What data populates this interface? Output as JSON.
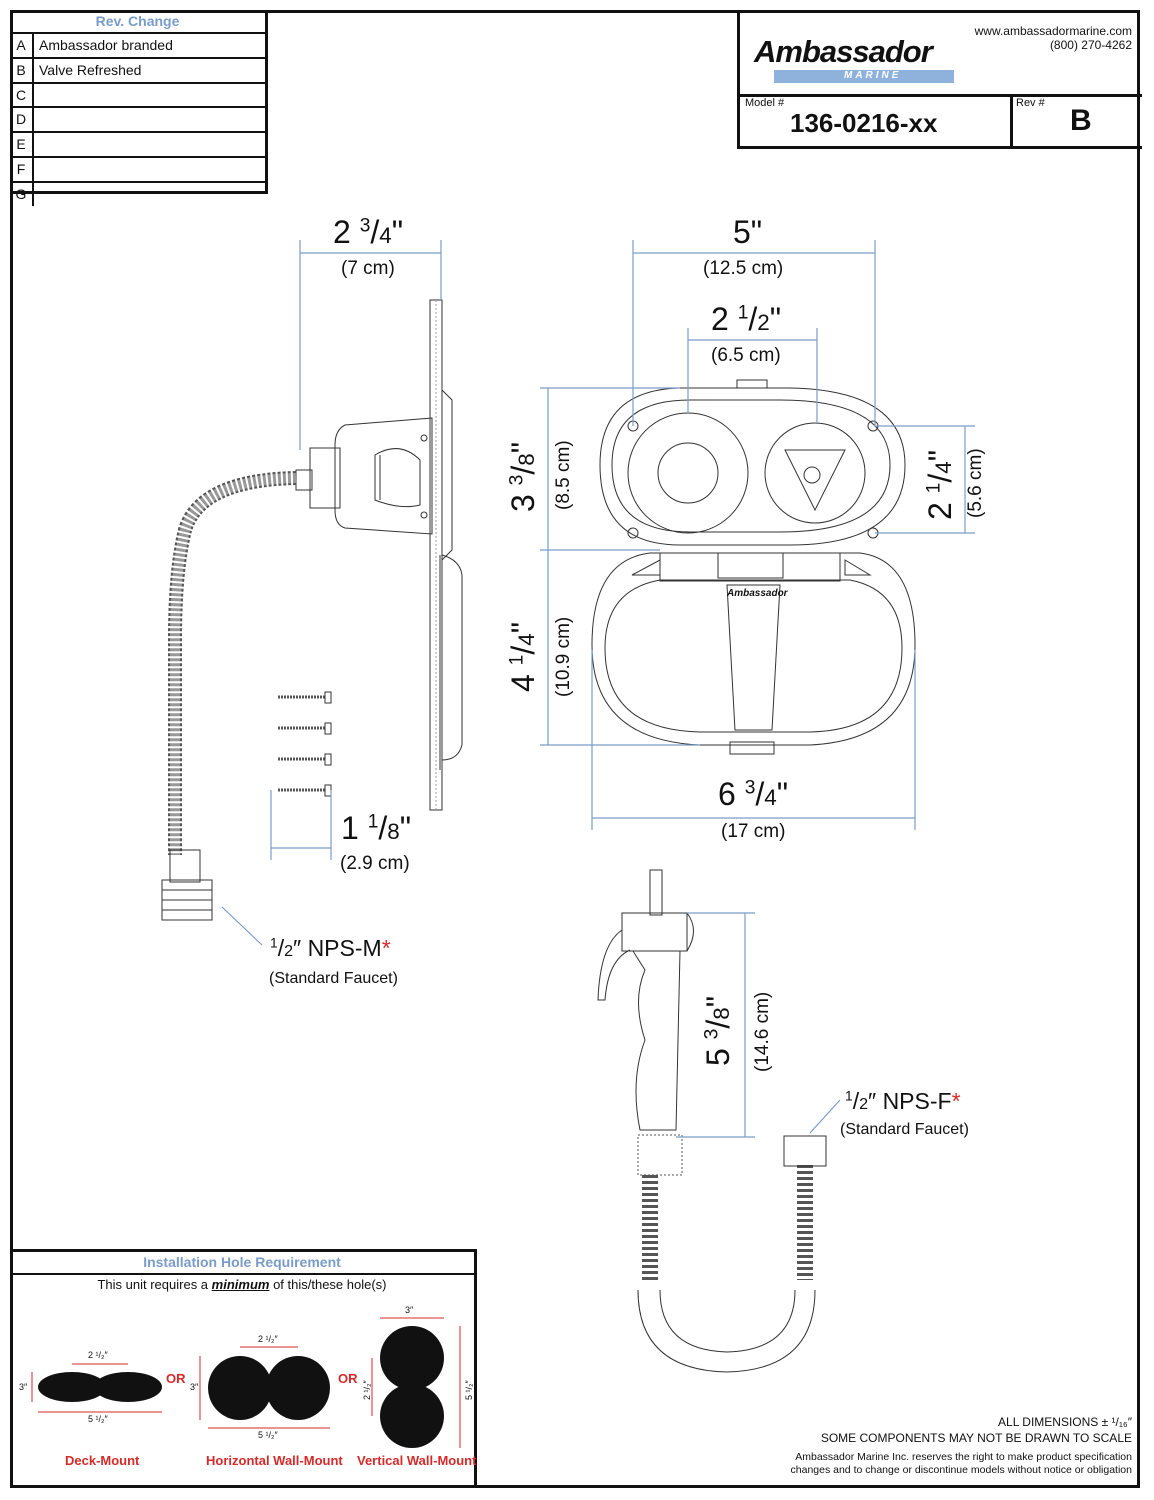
{
  "revision": {
    "header": "Rev. Change",
    "rows": [
      {
        "letter": "A",
        "text": "Ambassador branded"
      },
      {
        "letter": "B",
        "text": "Valve Refreshed"
      },
      {
        "letter": "C",
        "text": ""
      },
      {
        "letter": "D",
        "text": ""
      },
      {
        "letter": "E",
        "text": ""
      },
      {
        "letter": "F",
        "text": ""
      },
      {
        "letter": "G",
        "text": ""
      }
    ]
  },
  "title_block": {
    "website": "www.ambassadormarine.com",
    "phone": "(800) 270-4262",
    "logo_name": "Ambassador",
    "logo_sub": "MARINE",
    "model_label": "Model #",
    "model_value": "136-0216-xx",
    "rev_label": "Rev #",
    "rev_value": "B"
  },
  "dimensions": {
    "side_width": {
      "whole": "2",
      "frac_num": "3",
      "frac_den": "4",
      "unit": "\"",
      "metric": "(7 cm)"
    },
    "front_width": {
      "whole": "5\"",
      "metric": "(12.5 cm)"
    },
    "inner_width": {
      "whole": "2",
      "frac_num": "1",
      "frac_den": "2",
      "unit": "\"",
      "metric": "(6.5 cm)"
    },
    "upper_height": {
      "whole": "3",
      "frac_num": "3",
      "frac_den": "8",
      "unit": "\"",
      "metric": "(8.5 cm)"
    },
    "right_height": {
      "whole": "2",
      "frac_num": "1",
      "frac_den": "4",
      "unit": "\"",
      "metric": "(5.6 cm)"
    },
    "lower_height": {
      "whole": "4",
      "frac_num": "1",
      "frac_den": "4",
      "unit": "\"",
      "metric": "(10.9 cm)"
    },
    "bottom_width": {
      "whole": "6",
      "frac_num": "3",
      "frac_den": "4",
      "unit": "\"",
      "metric": "(17 cm)"
    },
    "screw_length": {
      "whole": "1",
      "frac_num": "1",
      "frac_den": "8",
      "unit": "\"",
      "metric": "(2.9 cm)"
    },
    "sprayer_length": {
      "whole": "5",
      "frac_num": "3",
      "frac_den": "8",
      "unit": "\"",
      "metric": "(14.6 cm)"
    }
  },
  "fittings": {
    "male": {
      "size_num": "1",
      "size_den": "2",
      "label": "″ NPS-M",
      "asterisk": "*",
      "sub": "(Standard Faucet)"
    },
    "female": {
      "size_num": "1",
      "size_den": "2",
      "label": "″ NPS-F",
      "asterisk": "*",
      "sub": "(Standard Faucet)"
    }
  },
  "front_brand": "Ambassador",
  "install": {
    "header": "Installation Hole Requirement",
    "note_pre": "This unit requires a ",
    "note_em": "minimum",
    "note_post": " of this/these hole(s)",
    "or": "OR",
    "deck_label": "Deck-Mount",
    "hwall_label": "Horizontal Wall-Mount",
    "vwall_label": "Vertical Wall-Mount",
    "dim_3": "3″",
    "dim_2_half": "2 ¹/₂″",
    "dim_5_half": "5 ¹/₂″"
  },
  "footer": {
    "line1": "ALL DIMENSIONS ± ¹/₁₆″",
    "line2": "SOME COMPONENTS MAY NOT BE DRAWN TO SCALE",
    "line3": "Ambassador Marine Inc. reserves the right to make product specification",
    "line4": "changes and to change or discontinue models without notice or obligation"
  },
  "colors": {
    "accent_blue": "#7a9cc8",
    "red": "#d62a2a",
    "ink": "#111111"
  }
}
